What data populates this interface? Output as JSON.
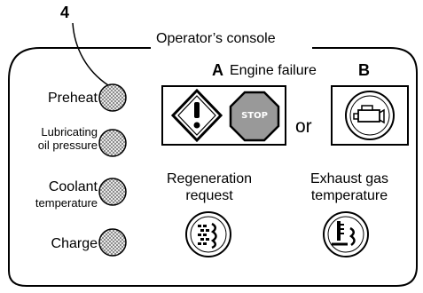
{
  "callout_number": "4",
  "console_title": "Operator’s console",
  "header": {
    "letter_a": "A",
    "title": "Engine failure",
    "letter_b": "B"
  },
  "indicators": [
    {
      "label": "Preheat"
    },
    {
      "label_line1": "Lubricating",
      "label_line2": "oil pressure"
    },
    {
      "label_line1": "Coolant",
      "label_line2": "temperature"
    },
    {
      "label": "Charge"
    }
  ],
  "or_text": "or",
  "stop_sign_text": "STOP",
  "regeneration": {
    "line1": "Regeneration",
    "line2": "request"
  },
  "exhaust": {
    "line1": "Exhaust gas",
    "line2": "temperature"
  },
  "icons": [
    "warning-icon",
    "stop-sign-icon",
    "check-engine-icon",
    "regeneration-icon",
    "exhaust-temperature-icon"
  ]
}
